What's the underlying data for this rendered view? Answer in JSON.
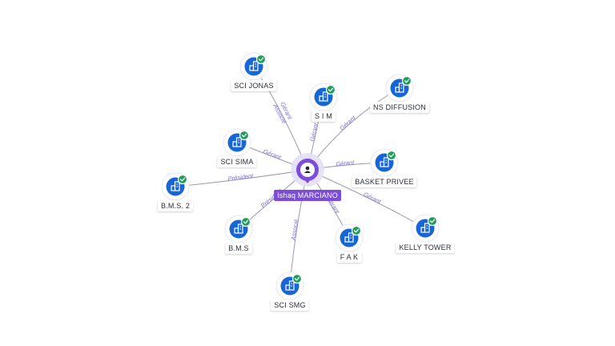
{
  "center": {
    "label": "Ishaq MARCIANO",
    "icon": "person-icon",
    "color": "#7c4ddb"
  },
  "companies": [
    {
      "id": "sci-jonas",
      "label": "SCI JONAS",
      "icon": "building-icon",
      "verified": true
    },
    {
      "id": "sim",
      "label": "S I M",
      "icon": "building-icon",
      "verified": true
    },
    {
      "id": "ns-diffusion",
      "label": "NS DIFFUSION",
      "icon": "building-icon",
      "verified": true
    },
    {
      "id": "sci-sima",
      "label": "SCI SIMA",
      "icon": "building-icon",
      "verified": true
    },
    {
      "id": "basket-privee",
      "label": "BASKET PRIVEE",
      "icon": "building-icon",
      "verified": true
    },
    {
      "id": "bms2",
      "label": "B.M.S. 2",
      "icon": "building-icon",
      "verified": true
    },
    {
      "id": "bms",
      "label": "B.M.S",
      "icon": "building-icon",
      "verified": true
    },
    {
      "id": "kelly-tower",
      "label": "KELLY TOWER",
      "icon": "building-icon",
      "verified": true
    },
    {
      "id": "fak",
      "label": "F A K",
      "icon": "building-icon",
      "verified": true
    },
    {
      "id": "sci-smg",
      "label": "SCI SMG",
      "icon": "building-icon",
      "verified": true
    }
  ],
  "relations": [
    {
      "to": "sci-jonas",
      "roles": [
        "Gérant",
        "Associé"
      ]
    },
    {
      "to": "sim",
      "roles": [
        "Gérant"
      ]
    },
    {
      "to": "ns-diffusion",
      "roles": [
        "Gérant"
      ]
    },
    {
      "to": "sci-sima",
      "roles": [
        "Gérant"
      ]
    },
    {
      "to": "basket-privee",
      "roles": [
        "Gérant"
      ]
    },
    {
      "to": "bms2",
      "roles": [
        "Président"
      ]
    },
    {
      "to": "bms",
      "roles": [
        "Président"
      ]
    },
    {
      "to": "kelly-tower",
      "roles": [
        "Gérant"
      ]
    },
    {
      "to": "fak",
      "roles": [
        "Gérant"
      ]
    },
    {
      "to": "sci-smg",
      "roles": [
        "Associé"
      ]
    }
  ],
  "colors": {
    "company_node": "#1766d6",
    "verified_badge": "#1e9e5a",
    "edge": "#9a9ab0",
    "edge_label": "#7b6fd6",
    "center_node": "#7c4ddb"
  }
}
